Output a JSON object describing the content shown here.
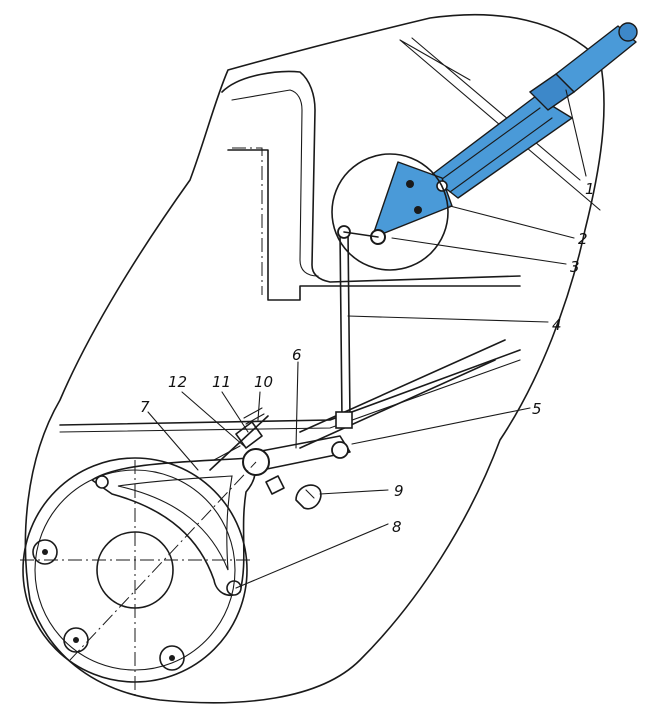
{
  "figure": {
    "callouts": [
      {
        "key": "c1",
        "text": "1"
      },
      {
        "key": "c2",
        "text": "2"
      },
      {
        "key": "c3",
        "text": "3"
      },
      {
        "key": "c4",
        "text": "4"
      },
      {
        "key": "c5",
        "text": "5"
      },
      {
        "key": "c6",
        "text": "6"
      },
      {
        "key": "c7",
        "text": "7"
      },
      {
        "key": "c8",
        "text": "8"
      },
      {
        "key": "c9",
        "text": "9"
      },
      {
        "key": "c10",
        "text": "10"
      },
      {
        "key": "c11",
        "text": "11"
      },
      {
        "key": "c12",
        "text": "12"
      }
    ],
    "colors": {
      "lever": "#4a9ad8",
      "lineart": "#1a1a1a",
      "background": "#ffffff"
    }
  }
}
